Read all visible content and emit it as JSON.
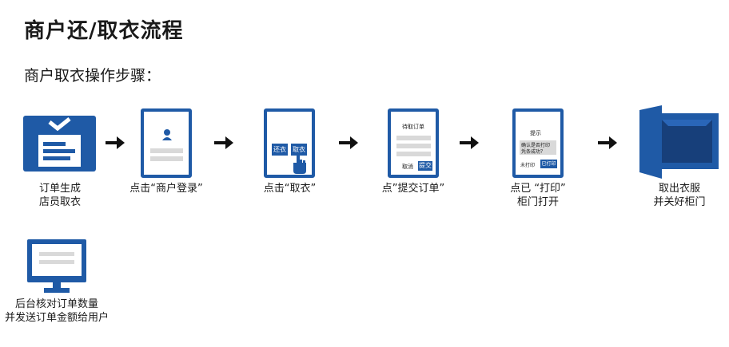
{
  "title": "商户还/取衣流程",
  "subtitle": "商户取衣操作步骤：",
  "steps": [
    {
      "icon": "order-document-icon",
      "caption_line1": "订单生成",
      "caption_line2": "店员取衣"
    },
    {
      "icon": "login-screen-icon",
      "caption_line1": "点击“商户登录”"
    },
    {
      "icon": "take-clothes-screen-icon",
      "caption_line1": "点击“取衣”",
      "screen": {
        "return_btn": "还衣",
        "take_btn": "取衣"
      }
    },
    {
      "icon": "order-form-screen-icon",
      "caption_line1": "点”提交订单”",
      "screen": {
        "heading": "待取订单",
        "cancel": "取消",
        "submit": "提交"
      }
    },
    {
      "icon": "print-dialog-screen-icon",
      "caption_line1": "点已 “打印”",
      "caption_line2": "柜门打开",
      "screen": {
        "heading": "提示",
        "message_line1": "确认是否打印",
        "message_line2": "凭条成功？",
        "not_printed": "未打印",
        "printed": "已打印"
      }
    },
    {
      "icon": "open-cabinet-icon",
      "caption_line1": "取出衣服",
      "caption_line2": "并关好柜门"
    },
    {
      "icon": "monitor-icon",
      "caption_line1": "后台核对订单数量",
      "caption_line2": "并发送订单金额给用户"
    }
  ],
  "colors": {
    "primary_blue": "#1f5aa6",
    "dark_blue": "#173f7a",
    "gray": "#d9d9d9"
  }
}
